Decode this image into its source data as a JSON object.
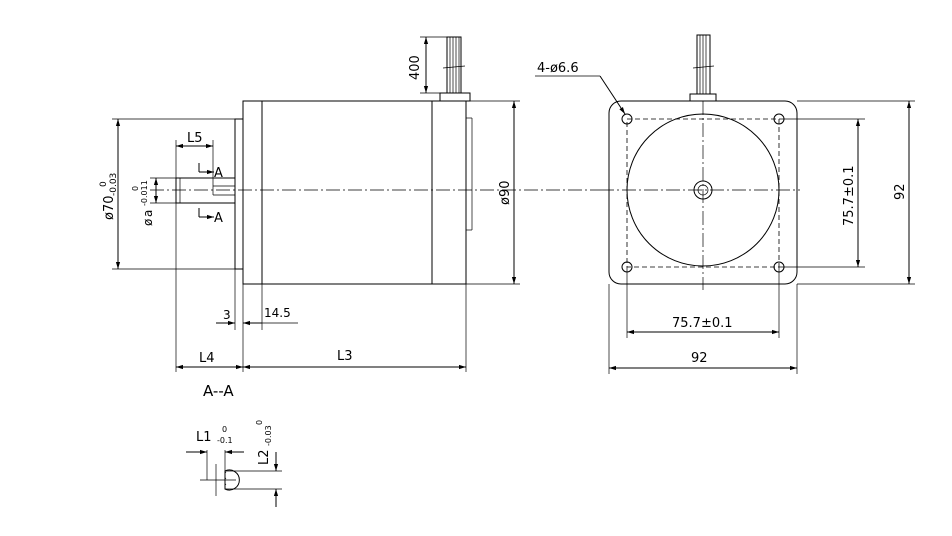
{
  "side_view": {
    "lead_length": "400",
    "dia_70": "ø70",
    "dia_70_tol_upper": "0",
    "dia_70_tol_lower": "-0.03",
    "dia_shaft": "ø",
    "dia_shaft_sub": "a",
    "dia_shaft_tol_upper": "0",
    "dia_shaft_tol_lower": "-0.011",
    "dia_90": "ø90",
    "L5": "L5",
    "section_mark_top": "A",
    "section_mark_bottom": "A",
    "dim_3": "3",
    "dim_14_5": "14.5",
    "L4": "L4",
    "L3": "L3"
  },
  "front_view": {
    "holes": "4-ø6.6",
    "bolt_pitch_v": "75.7±0.1",
    "bolt_pitch_h": "75.7±0.1",
    "flange_v": "92",
    "flange_h": "92"
  },
  "section_view": {
    "title": "A--A",
    "L1": "L1",
    "L1_tol_upper": "0",
    "L1_tol_lower": "-0.1",
    "L2": "L2",
    "L2_tol_upper": "0",
    "L2_tol_lower": "-0.03"
  }
}
